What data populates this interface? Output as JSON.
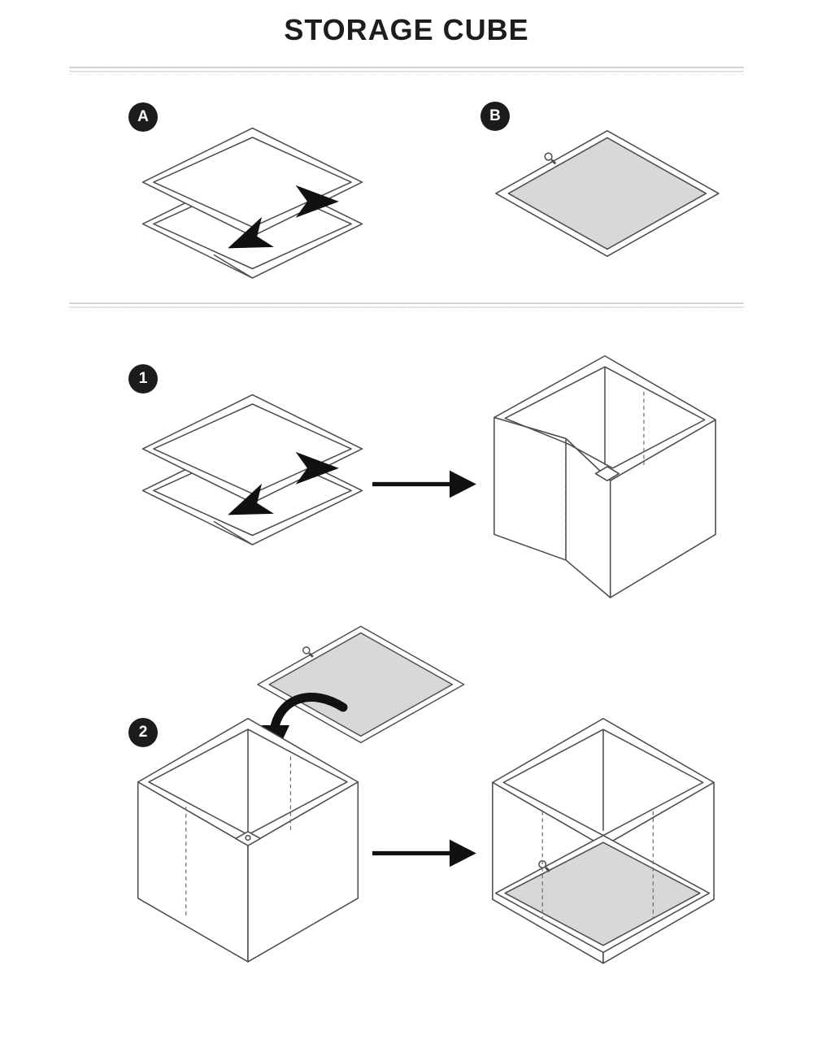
{
  "page": {
    "title": "STORAGE CUBE"
  },
  "labels": {
    "part_a": "A",
    "part_b": "B",
    "step_1": "1",
    "step_2": "2"
  },
  "colors": {
    "panel_gray": "#d8d8d8",
    "outline": "#4c4c4c",
    "badge_bg": "#1c1c1c",
    "badge_text": "#ffffff",
    "arrow_black": "#111111",
    "divider_gray": "#d3d3d3"
  }
}
